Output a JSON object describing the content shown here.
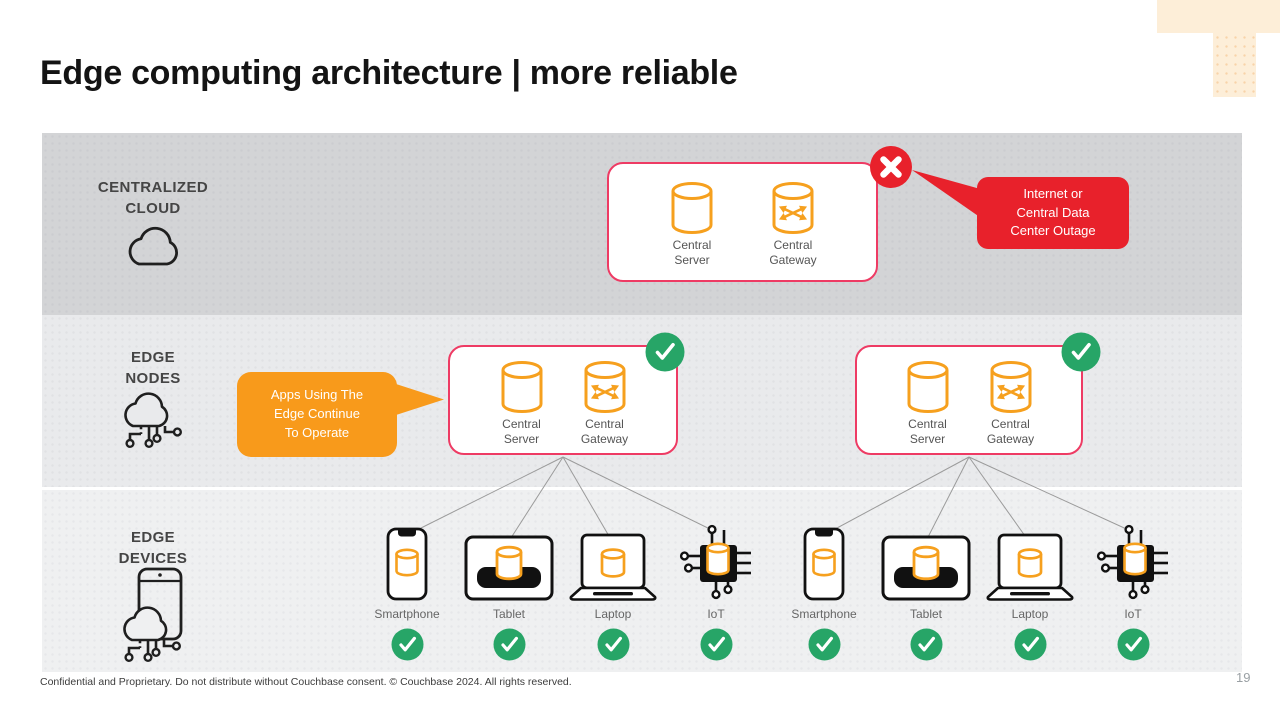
{
  "slide": {
    "title": "Edge computing architecture | more reliable",
    "footer": "Confidential and Proprietary. Do not distribute without Couchbase consent. © Couchbase 2024. All rights reserved.",
    "page_number": "19"
  },
  "colors": {
    "alert_red": "#e8212b",
    "ok_green": "#27a567",
    "accent_orange": "#f89a1b",
    "icon_orange": "#f6a01e",
    "box_border_pink": "#ee3b64",
    "band_cloud_bg": "#d3d4d6",
    "band_nodes_bg": "#e9eaec",
    "band_devices_bg": "#eff0f1",
    "decor_peach": "#fdeed8"
  },
  "bands": {
    "cloud": {
      "label": "CENTRALIZED\nCLOUD"
    },
    "nodes": {
      "label": "EDGE\nNODES"
    },
    "devices": {
      "label": "EDGE\nDEVICES"
    }
  },
  "callouts": {
    "outage": "Internet or\nCentral Data\nCenter Outage",
    "apps": "Apps Using The\nEdge Continue\nTo Operate"
  },
  "cloud_box": {
    "server_label": "Central\nServer",
    "gateway_label": "Central\nGateway"
  },
  "edge_boxes": [
    {
      "server_label": "Central\nServer",
      "gateway_label": "Central\nGateway"
    },
    {
      "server_label": "Central\nServer",
      "gateway_label": "Central\nGateway"
    }
  ],
  "device_groups": [
    {
      "devices": [
        {
          "label": "Smartphone"
        },
        {
          "label": "Tablet"
        },
        {
          "label": "Laptop"
        },
        {
          "label": "IoT"
        }
      ]
    },
    {
      "devices": [
        {
          "label": "Smartphone"
        },
        {
          "label": "Tablet"
        },
        {
          "label": "Laptop"
        },
        {
          "label": "IoT"
        }
      ]
    }
  ],
  "icons": {
    "cloud": "cloud-icon",
    "edge_nodes": "cloud-circuit-icon",
    "edge_devices": "smartphone-cloud-icon",
    "database": "database-icon",
    "gateway": "database-sync-icon",
    "outage_badge": "x-badge-icon",
    "ok_badge": "check-badge-icon"
  }
}
